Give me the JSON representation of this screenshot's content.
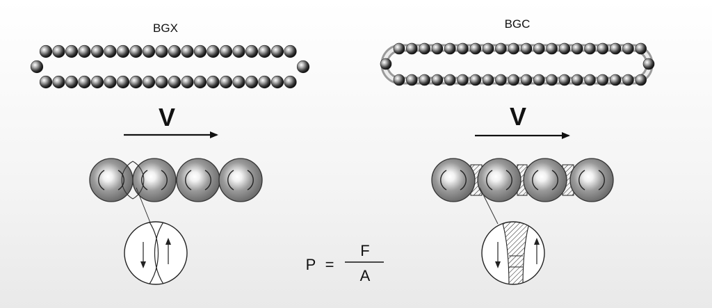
{
  "left_panel": {
    "title": "BGX",
    "velocity_label": "V"
  },
  "right_panel": {
    "title": "BGC",
    "velocity_label": "V"
  },
  "formula": {
    "lhs": "P",
    "equals": "=",
    "numerator": "F",
    "denominator": "A"
  }
}
